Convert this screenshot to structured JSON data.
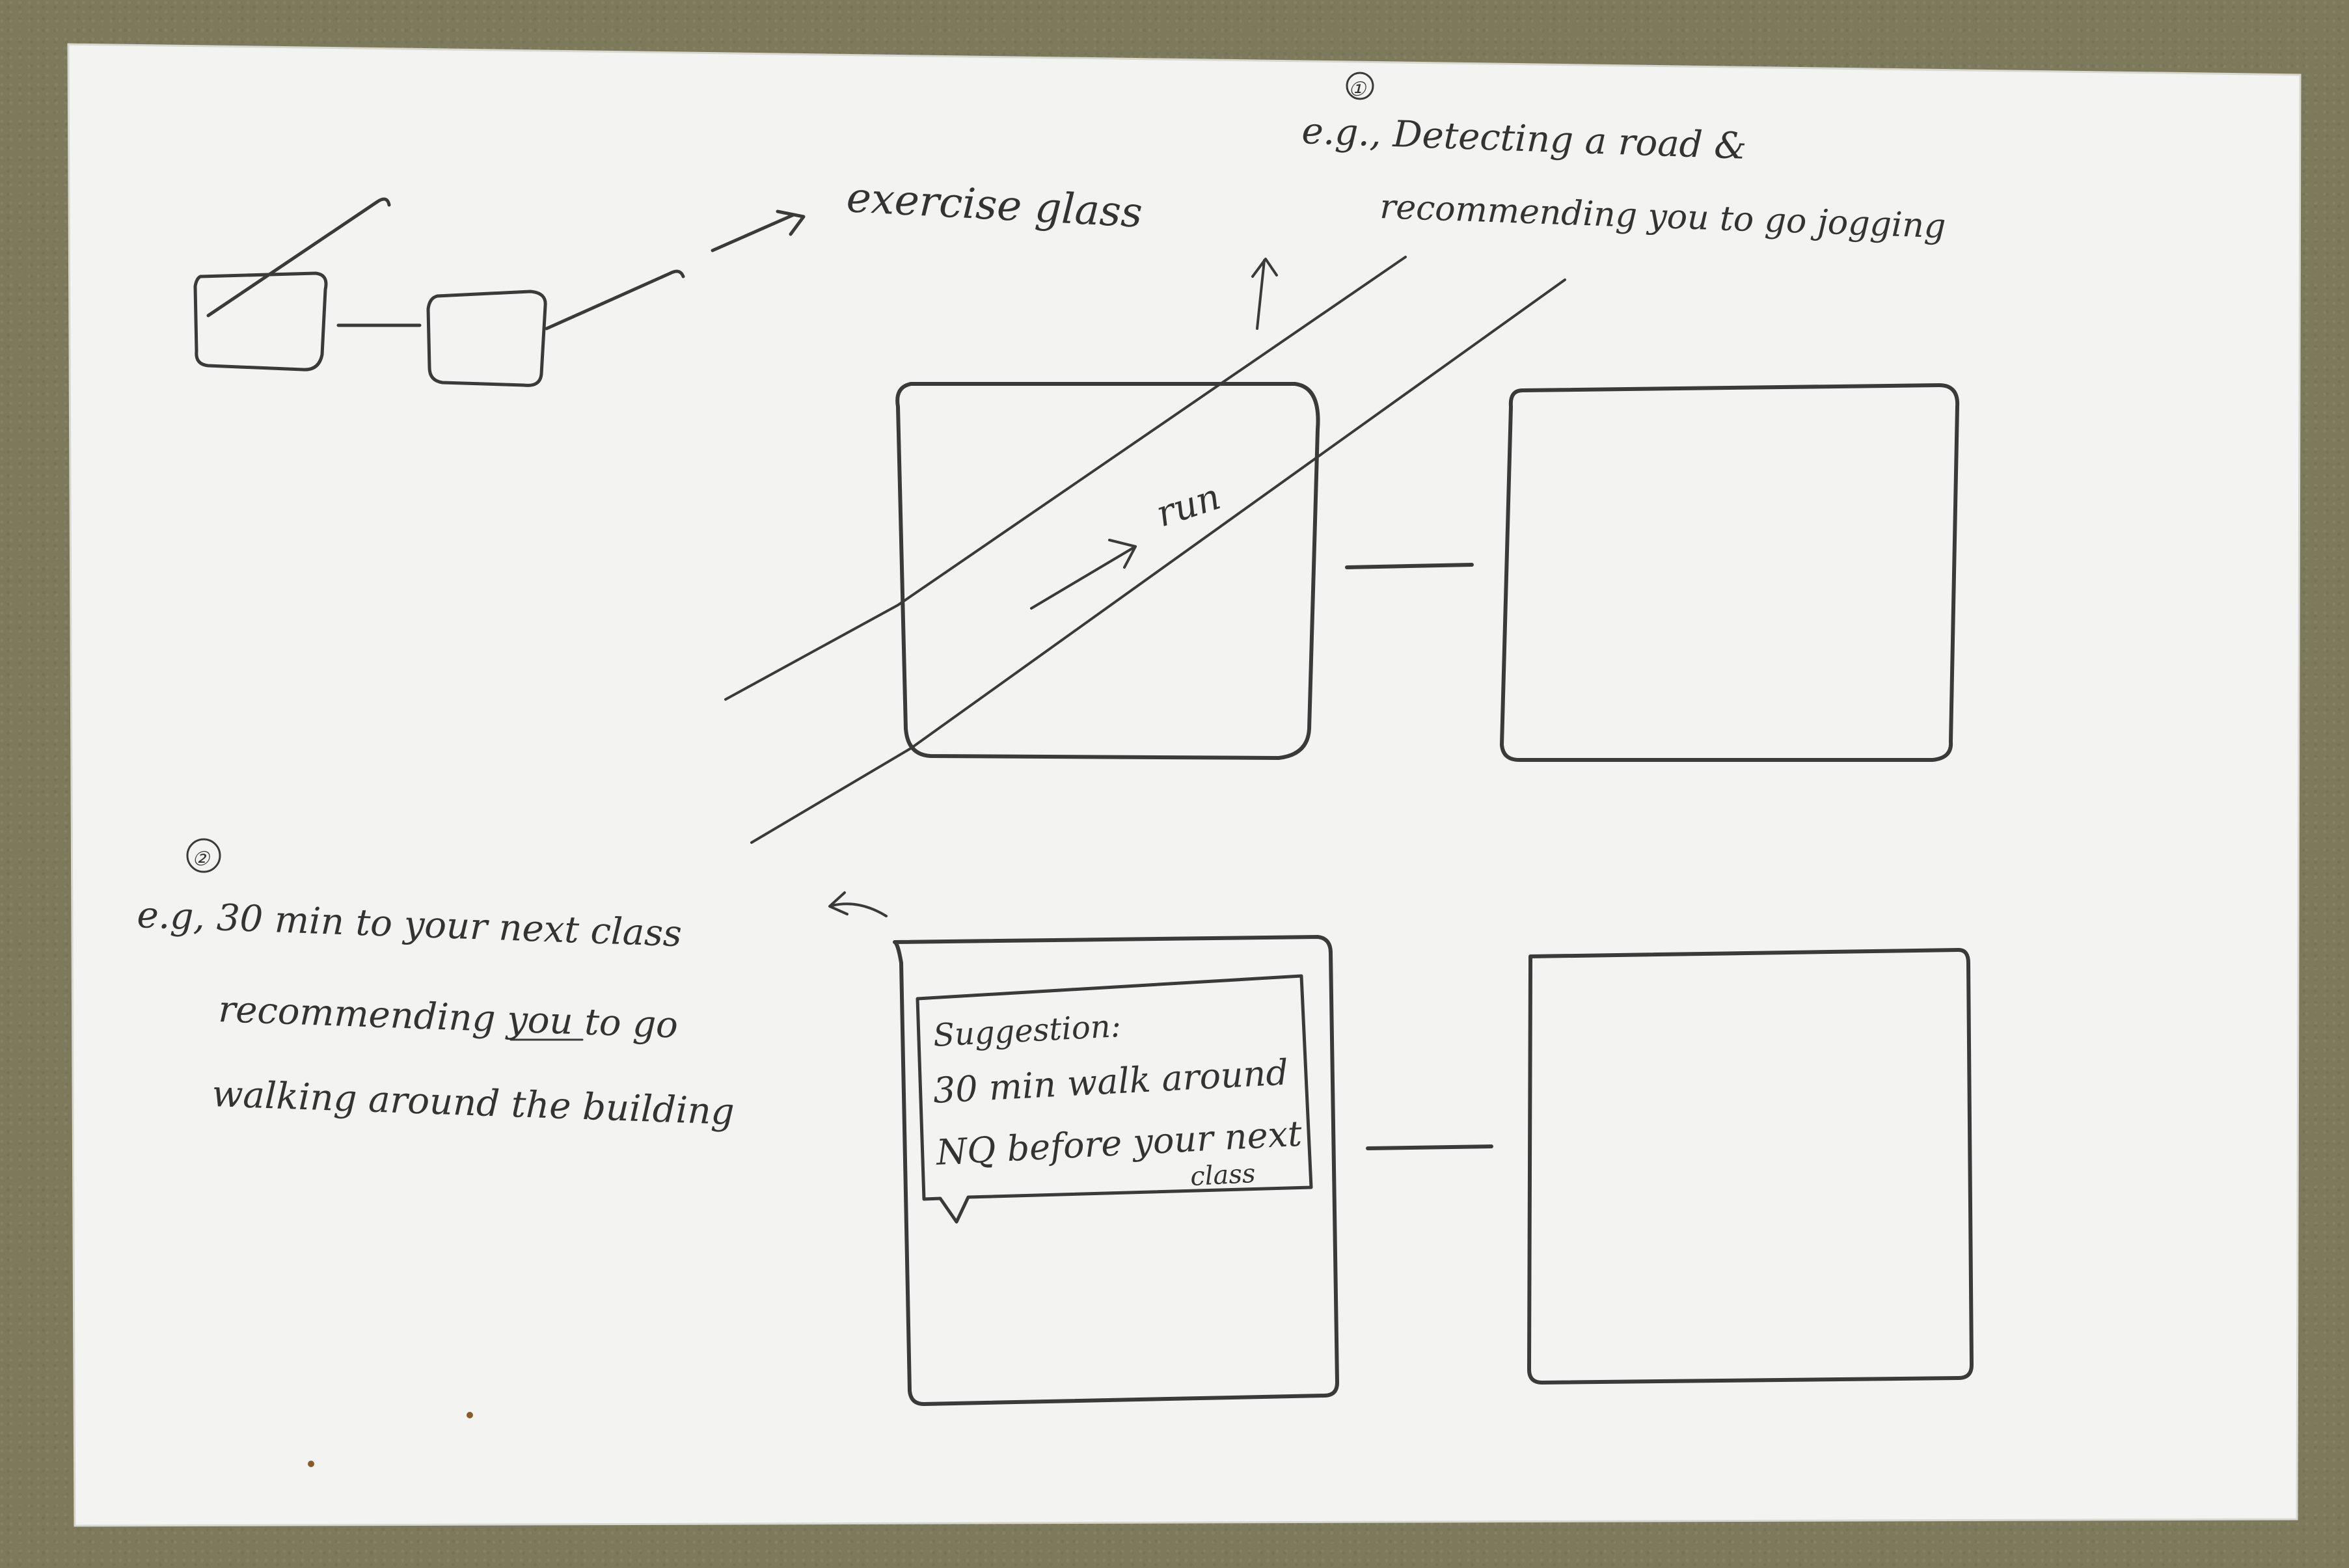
{
  "glasses_label": "exercise glass",
  "note1": {
    "marker": "①",
    "line1": "e.g., Detecting a road &",
    "line2": "recommending you to go jogging"
  },
  "frame1_label": "run",
  "note2": {
    "marker": "②",
    "line1": "e.g, 30 min to your next class",
    "line2": "recommending you to go",
    "line3": "walking around the building"
  },
  "suggestion": {
    "title": "Suggestion:",
    "line1": "30 min walk around",
    "line2": "NQ before your next",
    "line3": "class"
  }
}
